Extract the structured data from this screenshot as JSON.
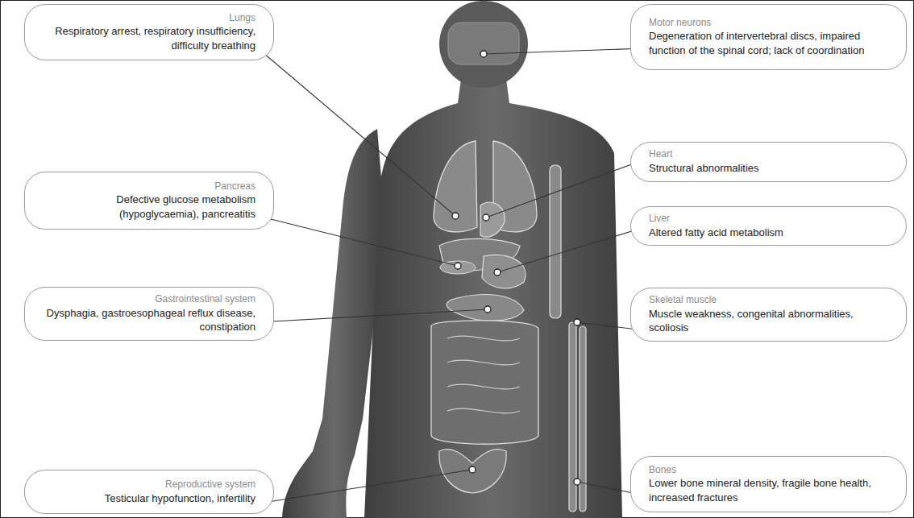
{
  "diagram": {
    "nodes": [
      {
        "text": [
          "Lungs",
          "Respiratory arrest, respiratory insufficiency, difficulty breathing"
        ]
      },
      {
        "text": [
          "Motor neurons",
          "Degeneration of intervertebral discs, impaired function of the spinal cord; lack of coordination"
        ]
      },
      {
        "text": [
          "Pancreas",
          "Defective glucose metabolism (hypoglycaemia), pancreatitis"
        ]
      },
      {
        "text": [
          "Heart",
          "Structural abnormalities"
        ]
      },
      {
        "text": [
          "Liver",
          "Altered fatty acid metabolism"
        ]
      },
      {
        "text": [
          "Gastrointestinal system",
          "Dysphagia, gastroesophageal reflux disease, constipation"
        ]
      },
      {
        "text": [
          "Skeletal muscle",
          "Muscle weakness, congenital abnormalities, scoliosis"
        ]
      },
      {
        "text": [
          "Reproductive system",
          "Testicular hypofunction, infertility"
        ]
      },
      {
        "text": [
          "Bones",
          "Lower bone mineral density, fragile bone health, increased fractures"
        ]
      }
    ]
  }
}
